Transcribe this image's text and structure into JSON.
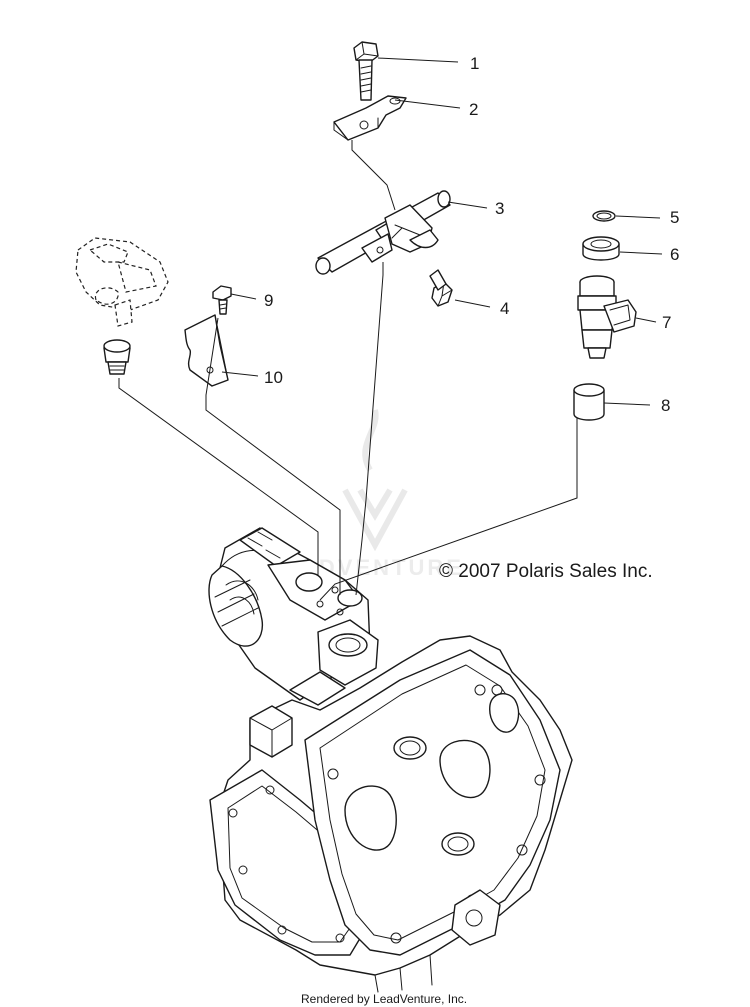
{
  "diagram": {
    "callouts": [
      "1",
      "2",
      "3",
      "4",
      "5",
      "6",
      "7",
      "8",
      "9",
      "10"
    ],
    "copyright": "© 2007 Polaris Sales Inc.",
    "watermark_text": "ADVENTURE",
    "footer": "Rendered by LeadVenture, Inc."
  }
}
